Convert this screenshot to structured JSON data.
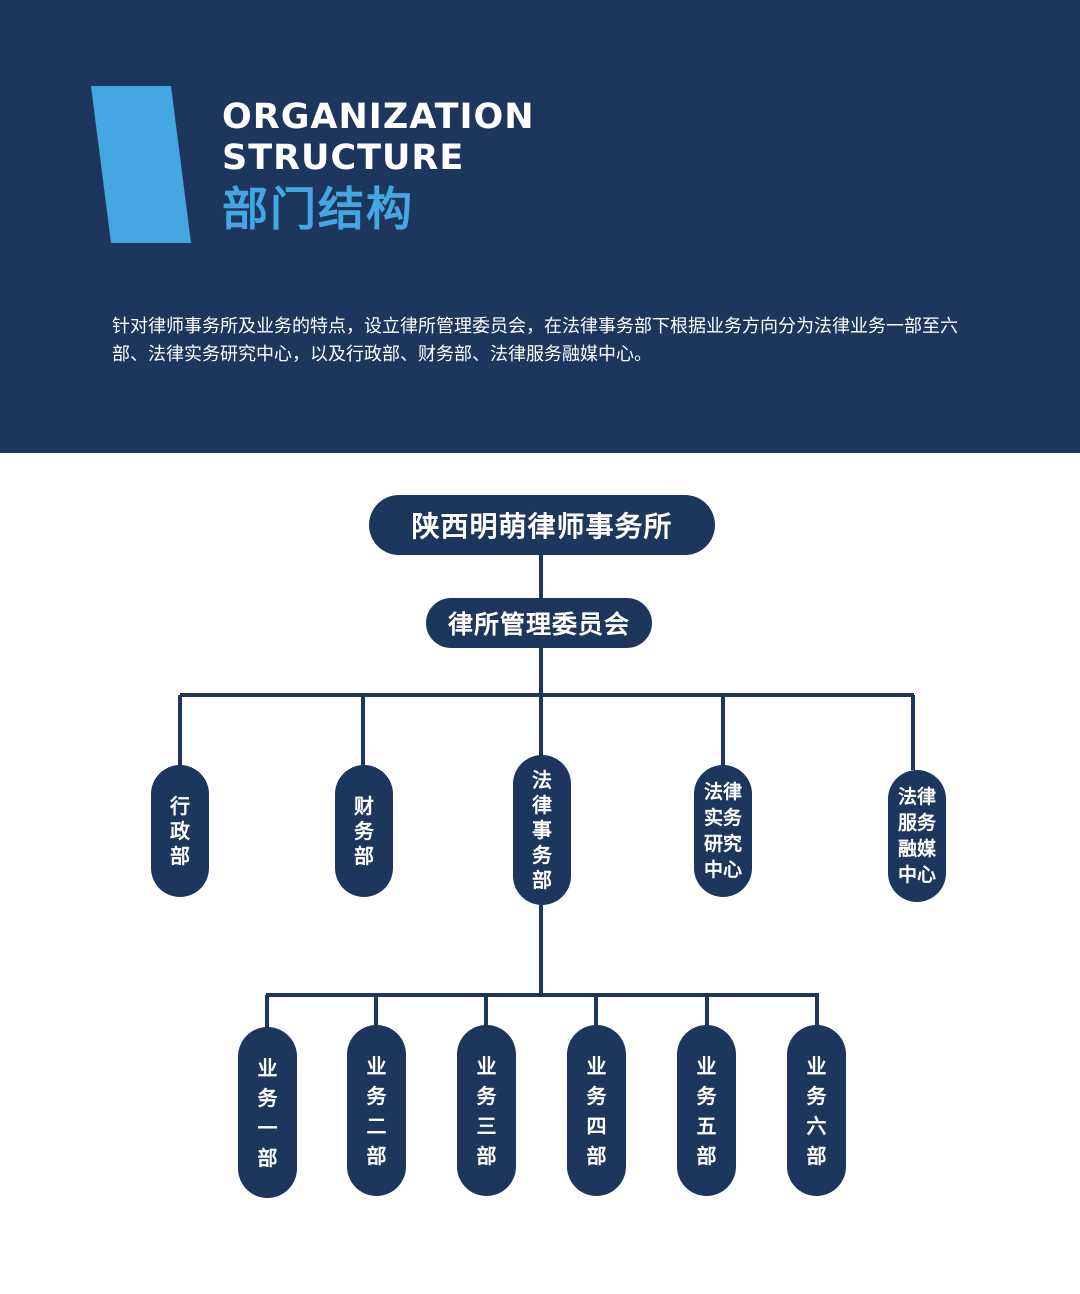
{
  "header": {
    "title_en_line1": "ORGANIZATION",
    "title_en_line2": "STRUCTURE",
    "title_cn": "部门结构",
    "intro": "针对律师事务所及业务的特点，设立律所管理委员会，在法律事务部下根据业务方向分为法律业务一部至六部、法律实务研究中心，以及行政部、财务部、法律服务融媒中心。"
  },
  "org": {
    "root": "陕西明萌律师事务所",
    "committee": "律所管理委员会",
    "departments": [
      "行政部",
      "财务部",
      "法律事务部",
      "法律实务研究中心",
      "法律服务融媒中心"
    ],
    "business_units": [
      "业务一部",
      "业务二部",
      "业务三部",
      "业务四部",
      "业务五部",
      "业务六部"
    ]
  },
  "colors": {
    "navy": "#1d365d",
    "accent_blue": "#45a7e2",
    "white": "#ffffff"
  }
}
